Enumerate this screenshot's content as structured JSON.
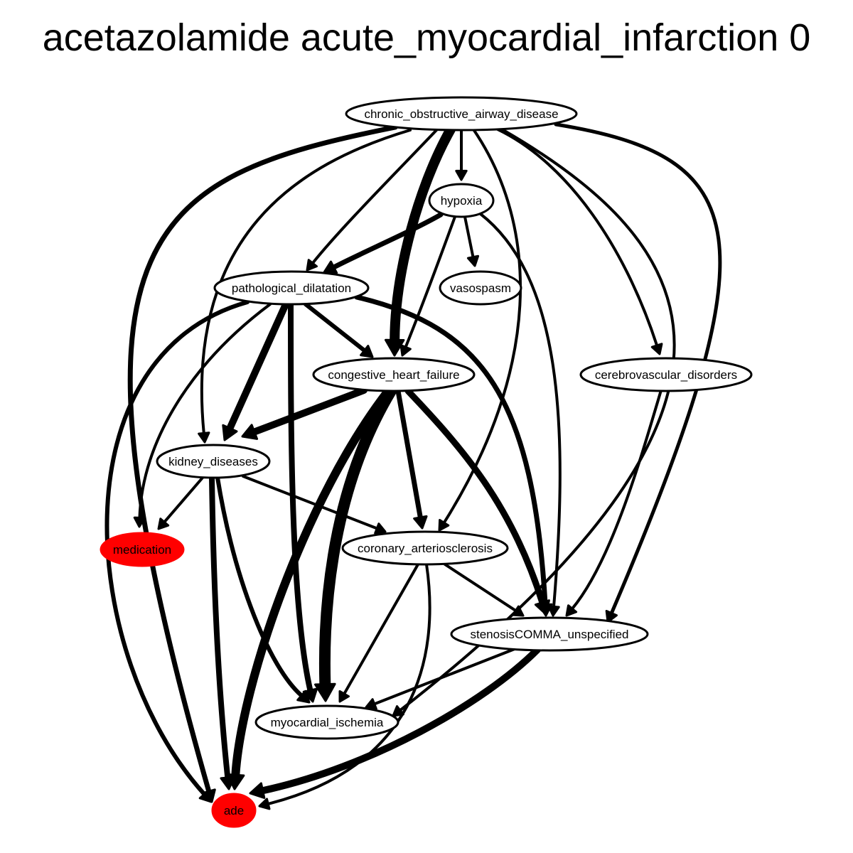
{
  "title": "acetazolamide acute_myocardial_infarction 0",
  "colors": {
    "highlight": "#ff0000",
    "edge": "#000000",
    "node_fill": "#ffffff"
  },
  "nodes": [
    {
      "id": "copd",
      "label": "chronic_obstructive_airway_disease",
      "highlight": false
    },
    {
      "id": "hypoxia",
      "label": "hypoxia",
      "highlight": false
    },
    {
      "id": "patho",
      "label": "pathological_dilatation",
      "highlight": false
    },
    {
      "id": "vaso",
      "label": "vasospasm",
      "highlight": false
    },
    {
      "id": "chf",
      "label": "congestive_heart_failure",
      "highlight": false
    },
    {
      "id": "cereb",
      "label": "cerebrovascular_disorders",
      "highlight": false
    },
    {
      "id": "kidney",
      "label": "kidney_diseases",
      "highlight": false
    },
    {
      "id": "med",
      "label": "medication",
      "highlight": true
    },
    {
      "id": "coro",
      "label": "coronary_arteriosclerosis",
      "highlight": false
    },
    {
      "id": "sten",
      "label": "stenosisCOMMA_unspecified",
      "highlight": false
    },
    {
      "id": "isch",
      "label": "myocardial_ischemia",
      "highlight": false
    },
    {
      "id": "ade",
      "label": "ade",
      "highlight": true
    }
  ],
  "edges": [
    {
      "from": "copd",
      "to": "hypoxia",
      "weight": 4
    },
    {
      "from": "copd",
      "to": "patho",
      "weight": 4
    },
    {
      "from": "copd",
      "to": "chf",
      "weight": 14
    },
    {
      "from": "copd",
      "to": "kidney",
      "weight": 4
    },
    {
      "from": "copd",
      "to": "coro",
      "weight": 4
    },
    {
      "from": "copd",
      "to": "cereb",
      "weight": 4
    },
    {
      "from": "copd",
      "to": "sten",
      "weight": 5
    },
    {
      "from": "copd",
      "to": "isch",
      "weight": 4
    },
    {
      "from": "copd",
      "to": "ade",
      "weight": 7
    },
    {
      "from": "hypoxia",
      "to": "patho",
      "weight": 7
    },
    {
      "from": "hypoxia",
      "to": "vaso",
      "weight": 4
    },
    {
      "from": "hypoxia",
      "to": "chf",
      "weight": 4
    },
    {
      "from": "hypoxia",
      "to": "sten",
      "weight": 4
    },
    {
      "from": "patho",
      "to": "chf",
      "weight": 6
    },
    {
      "from": "patho",
      "to": "kidney",
      "weight": 10
    },
    {
      "from": "patho",
      "to": "med",
      "weight": 4
    },
    {
      "from": "patho",
      "to": "isch",
      "weight": 8
    },
    {
      "from": "patho",
      "to": "sten",
      "weight": 7
    },
    {
      "from": "patho",
      "to": "ade",
      "weight": 6
    },
    {
      "from": "chf",
      "to": "kidney",
      "weight": 10
    },
    {
      "from": "chf",
      "to": "coro",
      "weight": 7
    },
    {
      "from": "chf",
      "to": "sten",
      "weight": 9
    },
    {
      "from": "chf",
      "to": "isch",
      "weight": 16
    },
    {
      "from": "chf",
      "to": "ade",
      "weight": 12
    },
    {
      "from": "cereb",
      "to": "sten",
      "weight": 4
    },
    {
      "from": "kidney",
      "to": "med",
      "weight": 4
    },
    {
      "from": "kidney",
      "to": "coro",
      "weight": 4
    },
    {
      "from": "kidney",
      "to": "isch",
      "weight": 6
    },
    {
      "from": "kidney",
      "to": "ade",
      "weight": 8
    },
    {
      "from": "coro",
      "to": "sten",
      "weight": 4
    },
    {
      "from": "coro",
      "to": "isch",
      "weight": 4
    },
    {
      "from": "coro",
      "to": "ade",
      "weight": 4
    },
    {
      "from": "sten",
      "to": "isch",
      "weight": 4
    },
    {
      "from": "sten",
      "to": "ade",
      "weight": 10
    },
    {
      "from": "isch",
      "to": "ade",
      "weight": 12
    }
  ]
}
